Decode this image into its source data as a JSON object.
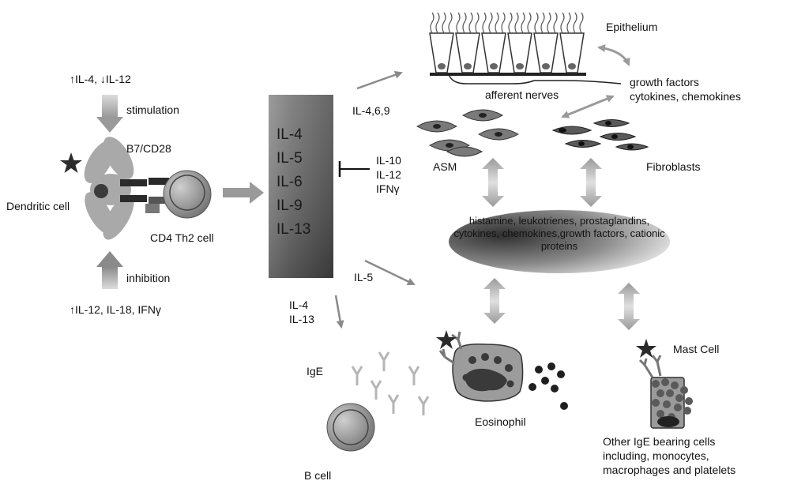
{
  "left": {
    "up_regulators": "↑IL-4,  ↓IL-12",
    "stimulation": "stimulation",
    "costim": "B7/CD28",
    "dendritic_cell": "Dendritic cell",
    "th2_cell": "CD4 Th2 cell",
    "inhibition": "inhibition",
    "down_regulators": "↑IL-12, IL-18, IFNγ"
  },
  "cytokine_box": {
    "items": [
      "IL-4",
      "IL-5",
      "IL-6",
      "IL-9",
      "IL-13"
    ]
  },
  "inhibitors": {
    "lines": [
      "IL-10",
      "IL-12",
      "IFNγ"
    ]
  },
  "arrows": {
    "to_epithelium": "IL-4,6,9",
    "to_eosinophil": "IL-5",
    "to_bcell": [
      "IL-4",
      "IL-13"
    ]
  },
  "right": {
    "epithelium": "Epithelium",
    "afferent_nerves": "afferent nerves",
    "growth_factors": [
      "growth factors",
      "cytokines, chemokines"
    ],
    "asm": "ASM",
    "fibroblasts": "Fibroblasts",
    "mediators": "histamine, leukotrienes, prostaglandins, cytokines, chemokines,growth factors, cationic proteins",
    "mast_cell": "Mast Cell",
    "other_cells": [
      "Other IgE bearing cells",
      "including, monocytes,",
      "macrophages and platelets"
    ]
  },
  "bottom": {
    "ige": "IgE",
    "eosinophil": "Eosinophil",
    "b_cell": "B cell"
  }
}
